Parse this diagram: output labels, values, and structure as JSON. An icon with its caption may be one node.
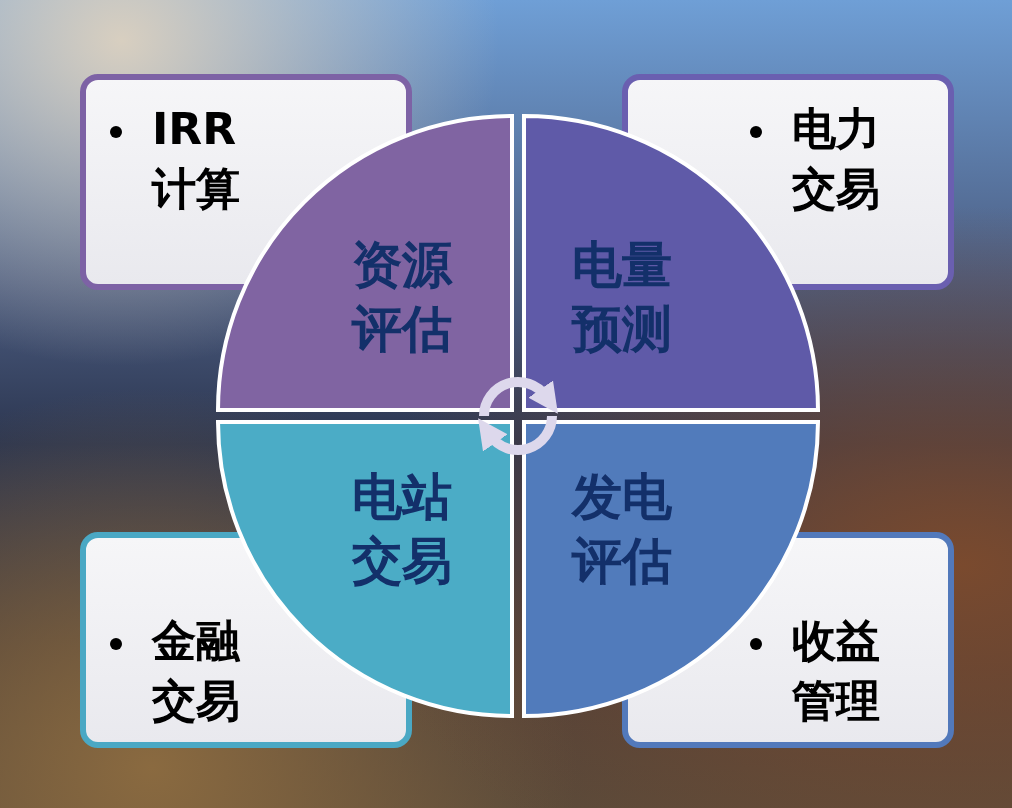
{
  "diagram": {
    "nodes": [
      {
        "text": [
          "IRR计算"
        ]
      },
      {
        "text": [
          "电力交易"
        ]
      },
      {
        "text": [
          "资源评估"
        ]
      },
      {
        "text": [
          "电量预测"
        ]
      },
      {
        "text": [
          "电站交易"
        ]
      },
      {
        "text": [
          "发电评估"
        ]
      },
      {
        "text": [
          "金融交易"
        ]
      },
      {
        "text": [
          "收益管理"
        ]
      }
    ],
    "edges": [
      {
        "from": 2,
        "to": 3,
        "arrow": "to"
      },
      {
        "from": 5,
        "to": 4,
        "arrow": "to"
      }
    ]
  }
}
